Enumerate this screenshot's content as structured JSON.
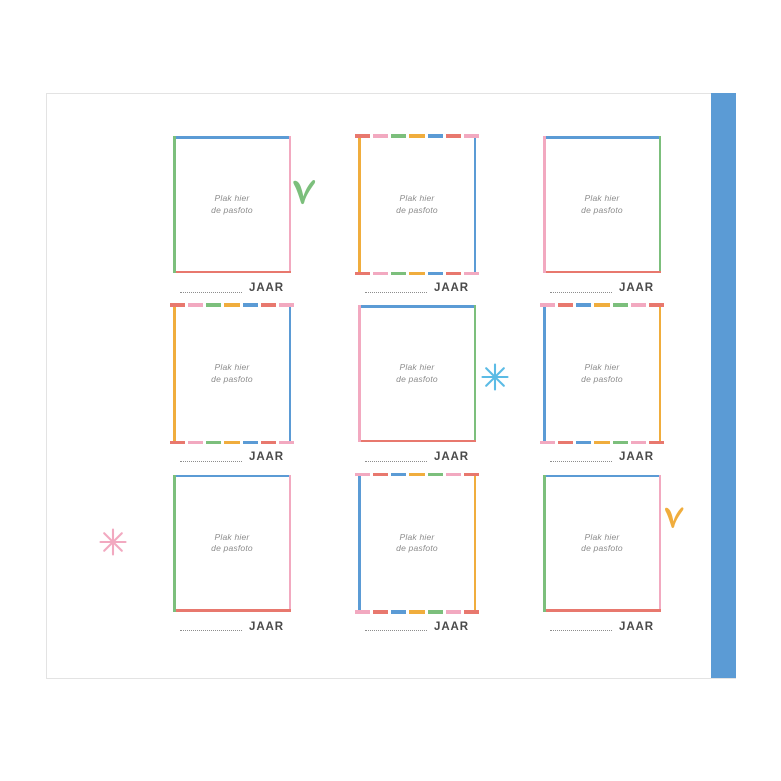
{
  "document": {
    "title": "Pasfoto jaarpagina",
    "background_color": "#ffffff",
    "sheet_border_color": "#e3e3e3",
    "spine_color": "#5b9bd5"
  },
  "palette": {
    "blue": "#5b9bd5",
    "green": "#7cbf7c",
    "pink": "#f2a9c0",
    "salmon": "#e8786e",
    "yellow": "#f0ad3d",
    "dot_gray": "#8d8d8d",
    "caption_gray": "#4a4a4a",
    "placeholder_gray": "#8c8c8c"
  },
  "frame_text": {
    "line1": "Plak hier",
    "line2": "de pasfoto"
  },
  "caption": {
    "dots": "...............",
    "label": "JAAR"
  },
  "grid": {
    "rows": 3,
    "columns": 3,
    "slots": [
      {
        "id": "slot-1",
        "style": "solid",
        "borders": {
          "top": "#5b9bd5",
          "right": "#f2a9c0",
          "bottom": "#e8786e",
          "left": "#7cbf7c"
        },
        "text_line1": "Plak hier",
        "text_line2": "de pasfoto",
        "caption_dots": "...............",
        "caption_label": "JAAR"
      },
      {
        "id": "slot-2",
        "style": "dashed",
        "borders": {
          "right": "#5b9bd5",
          "left": "#f0ad3d"
        },
        "dash_sequence": [
          "#e8786e",
          "#f2a9c0",
          "#7cbf7c",
          "#f0ad3d",
          "#5b9bd5",
          "#e8786e",
          "#f2a9c0"
        ],
        "text_line1": "Plak hier",
        "text_line2": "de pasfoto",
        "caption_dots": "...............",
        "caption_label": "JAAR"
      },
      {
        "id": "slot-3",
        "style": "solid",
        "borders": {
          "top": "#5b9bd5",
          "right": "#7cbf7c",
          "bottom": "#e8786e",
          "left": "#f2a9c0"
        },
        "text_line1": "Plak hier",
        "text_line2": "de pasfoto",
        "caption_dots": "...............",
        "caption_label": "JAAR"
      },
      {
        "id": "slot-4",
        "style": "dashed",
        "borders": {
          "right": "#5b9bd5",
          "left": "#f0ad3d"
        },
        "dash_sequence": [
          "#e8786e",
          "#f2a9c0",
          "#7cbf7c",
          "#f0ad3d",
          "#5b9bd5",
          "#e8786e",
          "#f2a9c0"
        ],
        "text_line1": "Plak hier",
        "text_line2": "de pasfoto",
        "caption_dots": "...............",
        "caption_label": "JAAR"
      },
      {
        "id": "slot-5",
        "style": "solid",
        "borders": {
          "top": "#5b9bd5",
          "right": "#7cbf7c",
          "bottom": "#e8786e",
          "left": "#f2a9c0"
        },
        "text_line1": "Plak hier",
        "text_line2": "de pasfoto",
        "caption_dots": "...............",
        "caption_label": "JAAR"
      },
      {
        "id": "slot-6",
        "style": "dashed",
        "borders": {
          "right": "#f0ad3d",
          "left": "#5b9bd5"
        },
        "dash_sequence": [
          "#f2a9c0",
          "#e8786e",
          "#5b9bd5",
          "#f0ad3d",
          "#7cbf7c",
          "#f2a9c0",
          "#e8786e"
        ],
        "text_line1": "Plak hier",
        "text_line2": "de pasfoto",
        "caption_dots": "...............",
        "caption_label": "JAAR"
      },
      {
        "id": "slot-7",
        "style": "solid",
        "borders": {
          "top": "#5b9bd5",
          "right": "#f2a9c0",
          "bottom": "#e8786e",
          "left": "#7cbf7c"
        },
        "text_line1": "Plak hier",
        "text_line2": "de pasfoto",
        "caption_dots": "...............",
        "caption_label": "JAAR"
      },
      {
        "id": "slot-8",
        "style": "dashed",
        "borders": {
          "right": "#f0ad3d",
          "left": "#5b9bd5"
        },
        "dash_sequence": [
          "#f2a9c0",
          "#e8786e",
          "#5b9bd5",
          "#f0ad3d",
          "#7cbf7c",
          "#f2a9c0",
          "#e8786e"
        ],
        "text_line1": "Plak hier",
        "text_line2": "de pasfoto",
        "caption_dots": "...............",
        "caption_label": "JAAR"
      },
      {
        "id": "slot-9",
        "style": "solid",
        "borders": {
          "top": "#5b9bd5",
          "right": "#f2a9c0",
          "bottom": "#e8786e",
          "left": "#7cbf7c"
        },
        "text_line1": "Plak hier",
        "text_line2": "de pasfoto",
        "caption_dots": "...............",
        "caption_label": "JAAR"
      }
    ]
  },
  "doodles": [
    {
      "id": "doodle-check-green",
      "shape": "check-mark",
      "color": "#7cbf7c"
    },
    {
      "id": "doodle-star-blue",
      "shape": "asterisk",
      "color": "#5bbbe5"
    },
    {
      "id": "doodle-star-pink",
      "shape": "asterisk",
      "color": "#f2a9c0"
    },
    {
      "id": "doodle-check-yellow",
      "shape": "check-mark",
      "color": "#f0ad3d"
    }
  ]
}
